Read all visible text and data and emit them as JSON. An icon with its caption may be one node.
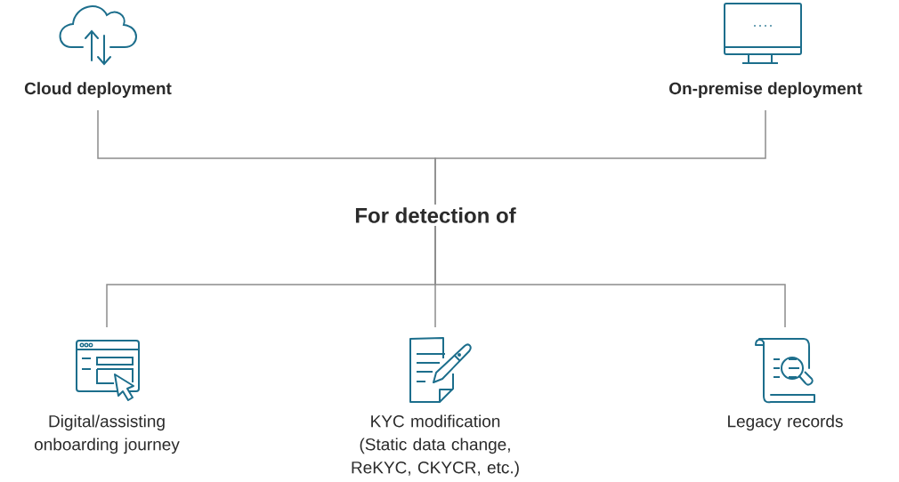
{
  "diagram": {
    "nodes": [
      {
        "text": [
          "Cloud deployment"
        ]
      },
      {
        "text": [
          "On-premise deployment"
        ]
      },
      {
        "text": [
          "For detection of"
        ]
      },
      {
        "text": [
          "Digital/assisting onboarding journey"
        ]
      },
      {
        "text": [
          "KYC modification (Static data change, ReKYC, CKYCR, etc.)"
        ]
      },
      {
        "text": [
          "Legacy records"
        ]
      }
    ],
    "edges": [
      {
        "from": 0,
        "to": 2,
        "arrow": "none"
      },
      {
        "from": 1,
        "to": 2,
        "arrow": "none"
      },
      {
        "from": 2,
        "to": 3,
        "arrow": "none"
      },
      {
        "from": 2,
        "to": 4,
        "arrow": "none"
      },
      {
        "from": 2,
        "to": 5,
        "arrow": "none"
      }
    ]
  }
}
